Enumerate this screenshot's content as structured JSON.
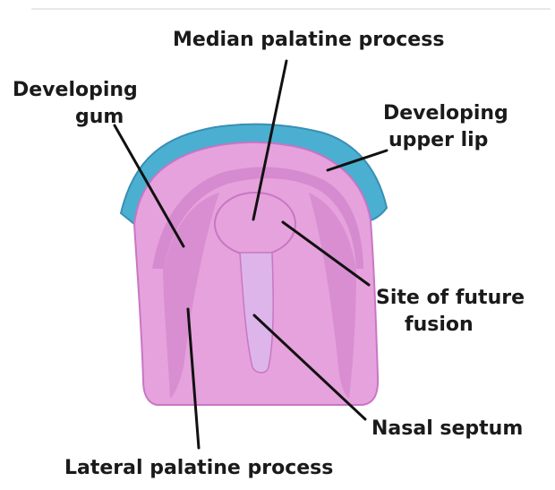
{
  "labels": {
    "median_palatine": "Median palatine process",
    "developing_gum_1": "Developing",
    "developing_gum_2": "gum",
    "upper_lip_1": "Developing",
    "upper_lip_2": "upper lip",
    "future_fusion_1": "Site of future",
    "future_fusion_2": "fusion",
    "nasal_septum": "Nasal septum",
    "lateral_palatine": "Lateral palatine process"
  },
  "colors": {
    "lip": "#4bafd2",
    "lip_outline": "#3a8fb3",
    "palate": "#e6a2dc",
    "palate_dark": "#c976c5",
    "septum": "#ddb5ea",
    "leader": "#111111"
  }
}
